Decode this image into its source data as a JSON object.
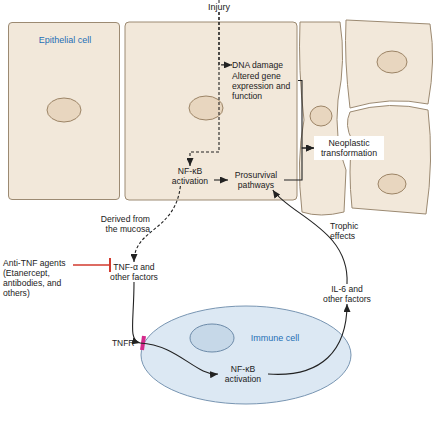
{
  "diagram": {
    "nodes": [
      {
        "text": [
          "Injury"
        ]
      },
      {
        "text": [
          "Epithelial cell"
        ]
      },
      {
        "text": [
          "DNA damage",
          "Altered gene expression and function"
        ]
      },
      {
        "text": [
          "NF-κB activation"
        ]
      },
      {
        "text": [
          "Prosurvival pathways"
        ]
      },
      {
        "text": [
          "Neoplastic transformation"
        ]
      },
      {
        "text": [
          "Anti-TNF agents (Etanercept, antibodies, and others)"
        ]
      },
      {
        "text": [
          "TNF-α and other factors"
        ]
      },
      {
        "text": [
          "IL-6 and other factors"
        ]
      },
      {
        "text": [
          "Immune cell"
        ]
      },
      {
        "text": [
          "TNFR"
        ]
      },
      {
        "text": [
          "NF-κB activation"
        ],
        "in": 9
      }
    ],
    "edges": [
      {
        "from": 0,
        "to": 2,
        "arrow": "to"
      },
      {
        "from": 0,
        "to": 3,
        "arrow": "to"
      },
      {
        "from": 3,
        "to": 4,
        "arrow": "to"
      },
      {
        "from": 2,
        "to": 5,
        "arrow": "to"
      },
      {
        "from": 4,
        "to": 5,
        "arrow": "to"
      },
      {
        "from": 3,
        "to": 7,
        "label": "Derived from the mucosa",
        "arrow": "to"
      },
      {
        "from": 6,
        "to": 7,
        "arrow": "to"
      },
      {
        "from": 7,
        "to": 10,
        "arrow": "to"
      },
      {
        "from": 10,
        "to": 11,
        "arrow": "to"
      },
      {
        "from": 11,
        "to": 8,
        "arrow": "to"
      },
      {
        "from": 8,
        "to": 4,
        "label": "Trophic effects",
        "arrow": "to"
      }
    ]
  }
}
